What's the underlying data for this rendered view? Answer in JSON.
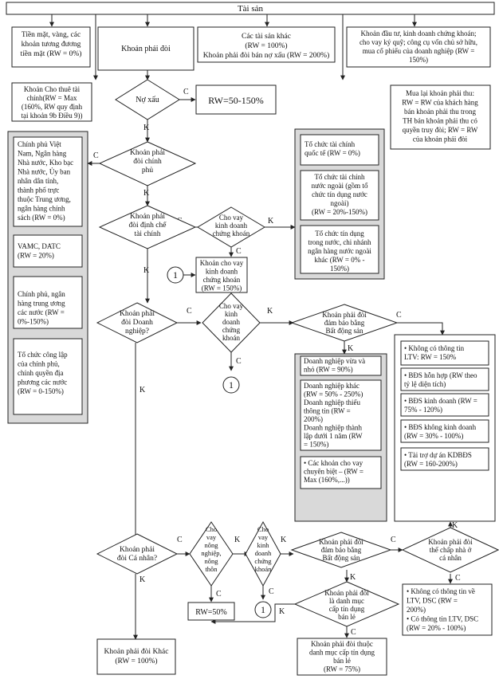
{
  "labels": {
    "yes": "C",
    "no": "K",
    "connector": "1"
  },
  "nodes": {
    "root": [
      "Tài sản"
    ],
    "cash": [
      "Tiền mặt, vàng, các",
      "khoản tương đương",
      "tiền mặt (RW = 0%)"
    ],
    "claims": [
      "Khoản phải đòi"
    ],
    "other_assets": [
      "Các tài sản khác",
      "(RW = 100%)",
      "Khoản phải đòi bán nợ xấu (RW = 200%)"
    ],
    "investments": [
      "Khoản đầu tư, kinh doanh chứng khoán;",
      "cho vay ký quỹ; công cụ vốn chủ sở hữu,",
      "mua cổ phiếu của doanh nghiệp (RW =",
      "150%)"
    ],
    "leasing": [
      "Khoản Cho thuê tài",
      "chính(RW = Max",
      "(160%, RW quy định",
      "tại khoản 9b Điều 9))"
    ],
    "npl_q": [
      "Nợ xấu"
    ],
    "npl_rw": [
      "RW=50-150%"
    ],
    "repurchase": [
      "Mua lại khoản phải thu:",
      "RW = RW của khách hàng",
      "bán khoản phải thu trong",
      "TH bán khoản phải thu có",
      "quyền truy đòi; RW = RW",
      "của khoản phải đòi"
    ],
    "gov_q": [
      "Khoản phải",
      "đòi chính",
      "phủ"
    ],
    "gov_group_a": [
      "Chính phủ Việt",
      "Nam, Ngân hàng",
      "Nhà nước, Kho bạc",
      "Nhà nước, Ủy ban",
      "nhân dân tỉnh,",
      "thành phố trực",
      "thuộc Trung ương,",
      "ngân hàng chính",
      "sách (RW = 0%)"
    ],
    "gov_group_b": [
      "VAMC, DATC",
      "(RW = 20%)"
    ],
    "gov_group_c": [
      "Chính phủ, ngân",
      "hàng trung ương",
      "các nước (RW =",
      "0%-150%)"
    ],
    "gov_group_d": [
      "Tổ chức công lập",
      "của chính phủ,",
      "chính quyền địa",
      "phương các nước",
      "(RW = 0-150%)"
    ],
    "fin_q": [
      "Khoản phải",
      "đòi định chế",
      "tài chính"
    ],
    "fin_sec_q": [
      "Cho vay",
      "kinh doanh",
      "chứng khoán"
    ],
    "fin_group_a": [
      "Tổ chức tài chính",
      "quốc tế (RW = 0%)"
    ],
    "fin_group_b": [
      "Tổ chức tài chính",
      "nước ngoài (gồm tổ",
      "chức tín dụng nước",
      "ngoài)",
      "(RW = 20%-150%)"
    ],
    "fin_group_c": [
      "Tổ chức tín dụng",
      "trong nước, chi nhánh",
      "ngân hàng nước ngoài",
      "khác (RW = 0% -",
      "150%)"
    ],
    "fin_sec_rw": [
      "Khoản cho vay",
      "kinh doanh",
      "chứng khoán",
      "(RW = 150%)"
    ],
    "corp_q": [
      "Khoản phải",
      "đòi Doanh",
      "nghiệp?"
    ],
    "corp_sec_q": [
      "Cho vay",
      "kinh",
      "doanh",
      "chứng",
      "khoán"
    ],
    "corp_re_q": [
      "Khoản phải đòi",
      "đảm bảo bằng",
      "Bất động sản"
    ],
    "corp_group_a": [
      "Doanh nghiệp vừa và",
      "nhỏ (RW = 90%)"
    ],
    "corp_group_b": [
      "Doanh nghiệp khác",
      "(RW = 50% - 250%)",
      "Doanh nghiệp thiếu",
      "thông tin (RW =",
      "200%)",
      "Doanh nghiệp thành",
      "lập dưới 1 năm (RW",
      "= 150%)"
    ],
    "corp_group_c": [
      "• Các khoản cho vay",
      "chuyên biệt – (RW =",
      "Max (160%,...))"
    ],
    "re_group_a": [
      "• Không có thông tin",
      "LTV: RW = 150%"
    ],
    "re_group_b": [
      "• BĐS hỗn hợp (RW theo",
      "tỷ lệ diện tích)"
    ],
    "re_group_c": [
      "• BĐS kinh doanh (RW =",
      "75% - 120%)"
    ],
    "re_group_d": [
      "• BĐS không kinh doanh",
      "(RW = 30% - 100%)"
    ],
    "re_group_e": [
      "• Tài trợ dự án KDBĐS",
      "(RW = 160-200%)"
    ],
    "ind_q": [
      "Khoản phải",
      "đòi Cá nhân?"
    ],
    "agri_q": [
      "Cho",
      "vay",
      "nông",
      "nghiệp,",
      "nông",
      "thôn"
    ],
    "agri_rw": [
      "RW=50%"
    ],
    "ind_sec_q": [
      "Cho",
      "vay",
      "kinh",
      "doanh",
      "chứng",
      "khoán"
    ],
    "ind_re_q": [
      "Khoản phải đòi",
      "đảm bảo bằng",
      "Bất động sản"
    ],
    "mortgage_q": [
      "Khoản phải đòi",
      "thế chấp nhà ở",
      "cá nhân"
    ],
    "mortgage_rw": [
      "• Không có thông tin về",
      "LTV, DSC (RW =",
      "200%)",
      "• Có thông tin LTV, DSC",
      "(RW = 20% - 100%)"
    ],
    "retail_q": [
      "Khoản phải đòi",
      "là danh mục",
      "cấp tín dụng",
      "bán lẻ"
    ],
    "retail_rw": [
      "Khoản phải đòi thuộc",
      "danh mục cấp tín dụng",
      "bán lẻ",
      "(RW = 75%)"
    ],
    "other_claims": [
      "Khoản phải đòi Khác",
      "(RW = 100%)"
    ]
  }
}
